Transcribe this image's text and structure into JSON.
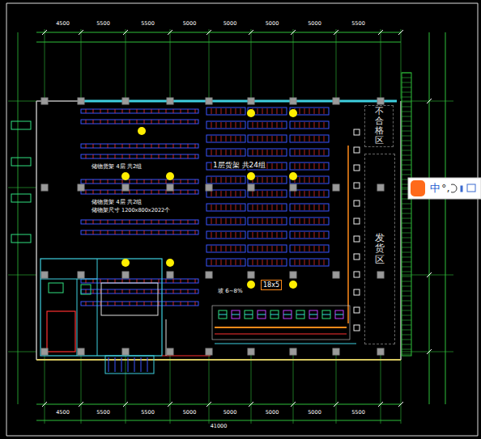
{
  "diagram": {
    "nodes": [
      {
        "text": [
          "不合格区"
        ]
      },
      {
        "text": [
          "发货区"
        ]
      },
      {
        "text": [
          "18x5"
        ]
      }
    ],
    "labels": [
      "储物货架 4层 共2组",
      "储物货架 4层 共2组",
      "储物架尺寸 1200x800x2022个",
      "1层货架 共24组",
      "坡 6~8%",
      "中",
      "°,",
      "4500",
      "5500",
      "5500",
      "5000",
      "5000",
      "5000",
      "5000",
      "5500",
      "4500",
      "5500",
      "5500",
      "5000",
      "5000",
      "5000",
      "5000",
      "5500",
      "41000"
    ]
  }
}
